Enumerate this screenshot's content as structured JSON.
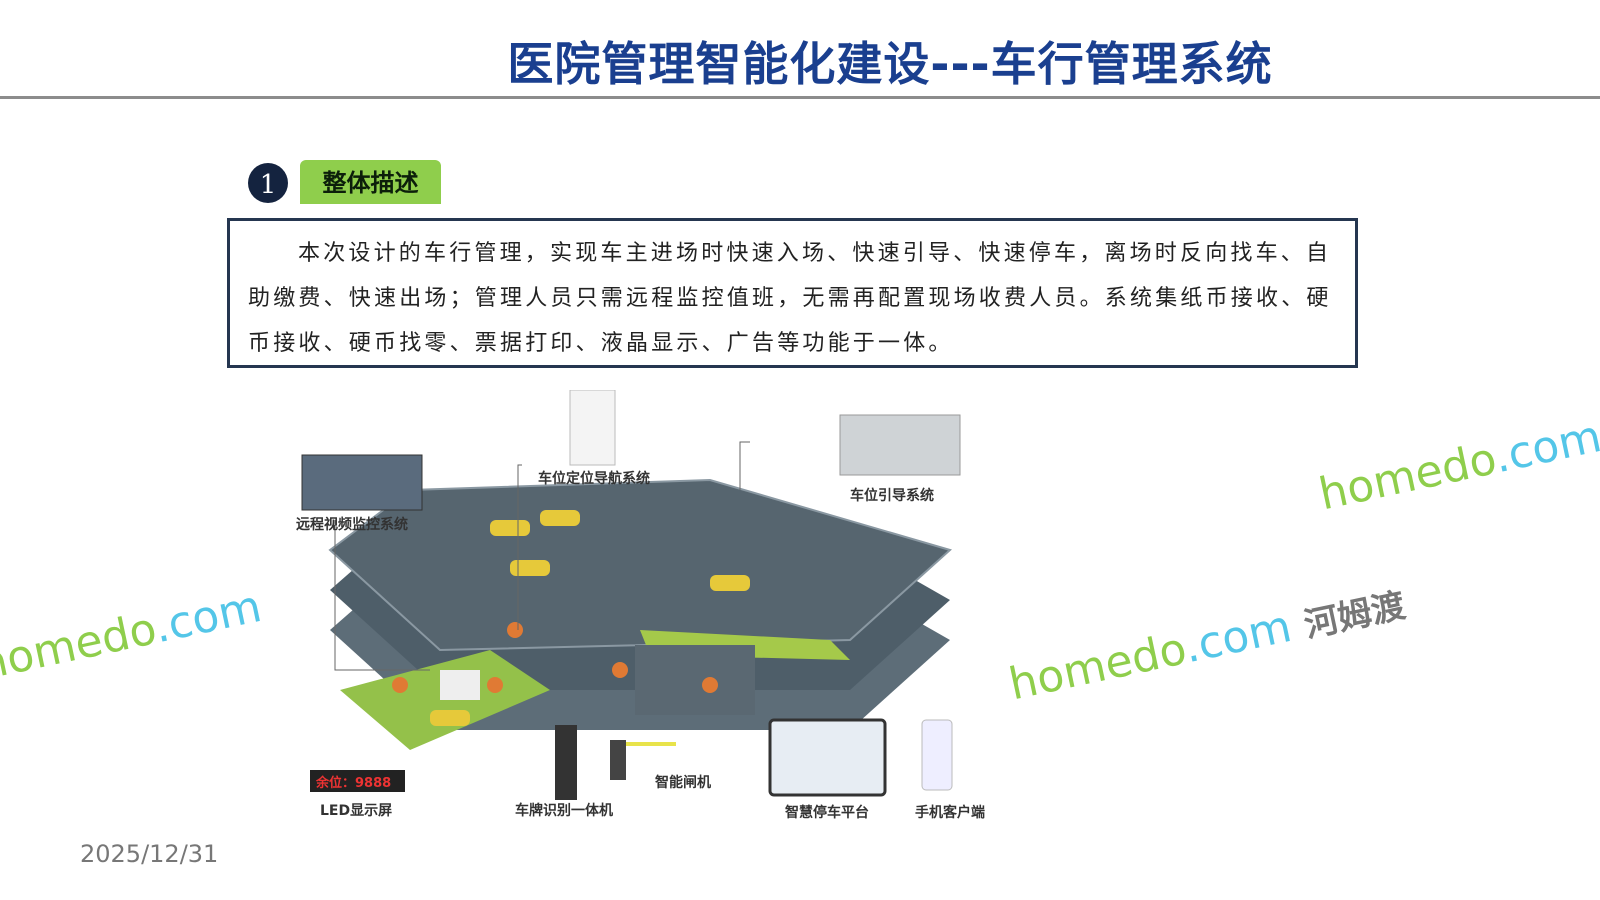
{
  "title": "医院管理智能化建设---车行管理系统",
  "section": {
    "number": "1",
    "label": "整体描述"
  },
  "description": "本次设计的车行管理，实现车主进场时快速入场、快速引导、快速停车，离场时反向找车、自助缴费、快速出场；管理人员只需远程监控值班，无需再配置现场收费人员。系统集纸币接收、硬币接收、硬币找零、票据打印、液晶显示、广告等功能于一体。",
  "diagram_labels": {
    "video": "远程视频监控系统",
    "nav": "车位定位导航系统",
    "guide": "车位引导系统",
    "led_screen": "余位：9888",
    "led": "LED显示屏",
    "plate": "车牌识别一体机",
    "gate": "智能闸机",
    "platform": "智慧停车平台",
    "mobile": "手机客户端"
  },
  "date": "2025/12/31",
  "watermark": {
    "brand": "homedo",
    "suffix": ".com",
    "cn": "河姆渡"
  },
  "colors": {
    "title": "#1a3f8f",
    "tag": "#8fce4c",
    "box_border": "#253650"
  }
}
